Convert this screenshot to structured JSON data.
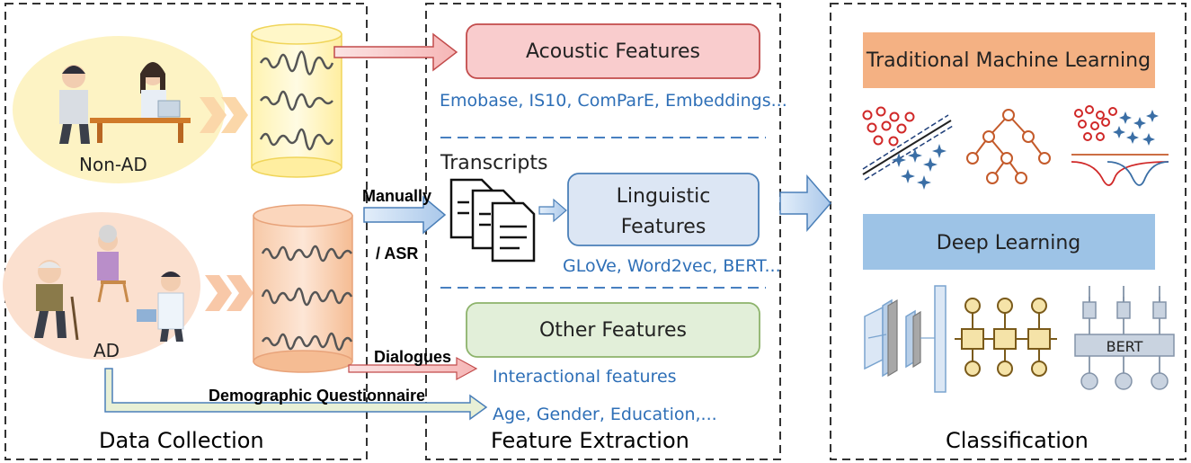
{
  "panels": {
    "data_collection": "Data  Collection",
    "feature_extraction": "Feature Extraction",
    "classification": "Classification"
  },
  "groups": {
    "non_ad": "Non-AD",
    "ad": "AD"
  },
  "features": {
    "acoustic": "Acoustic Features",
    "acoustic_list": "Emobase, IS10, ComParE, Embeddings...",
    "transcripts": "Transcripts",
    "linguistic_line1": "Linguistic",
    "linguistic_line2": "Features",
    "linguistic_list": "GLoVe, Word2vec, BERT...",
    "other": "Other Features",
    "interactional": "Interactional features",
    "demographic_list": "Age, Gender, Education,..."
  },
  "arrows": {
    "manually": "Manually",
    "asr": "/ ASR",
    "dialogues": "Dialogues",
    "demographic": "Demographic Questionnaire"
  },
  "classification": {
    "traditional": "Traditional Machine Learning",
    "deep": "Deep Learning",
    "bert": "BERT"
  },
  "colors": {
    "acoustic_fill": "#f9cccd",
    "linguistic_fill": "#dce6f4",
    "other_fill": "#e2efd9",
    "traditional_fill": "#f4b183",
    "deep_fill": "#9dc3e6",
    "blue_text": "#2e6fb7",
    "non_ad_bg": "#fdf3c4",
    "ad_bg": "#fbe0cf"
  }
}
